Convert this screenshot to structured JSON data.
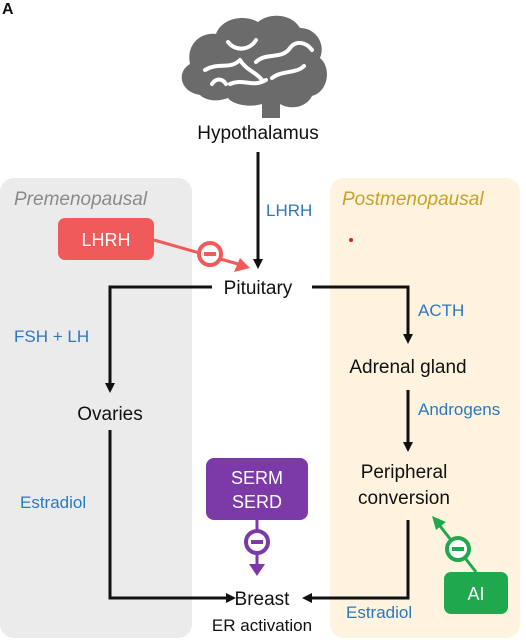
{
  "panel_letter": "A",
  "regions": {
    "premenopausal": {
      "label": "Premenopausal",
      "fill": "#ebebeb",
      "text_color": "#8a8a8a"
    },
    "postmenopausal": {
      "label": "Postmenopausal",
      "fill": "#fdf3de",
      "text_color": "#c9a227"
    }
  },
  "nodes": {
    "hypothalamus": "Hypothalamus",
    "pituitary": "Pituitary",
    "adrenal_gland": "Adrenal gland",
    "peripheral_line1": "Peripheral",
    "peripheral_line2": "conversion",
    "ovaries": "Ovaries",
    "breast": "Breast",
    "er_activation": "ER activation"
  },
  "edge_labels": {
    "lhrh": "LHRH",
    "fsh_lh": "FSH + LH",
    "acth": "ACTH",
    "androgens": "Androgens",
    "estradiol_left": "Estradiol",
    "estradiol_right": "Estradiol"
  },
  "drugs": {
    "lhrh": {
      "label": "LHRH",
      "color": "#f05a5a"
    },
    "serm_serd": {
      "line1": "SERM",
      "line2": "SERD",
      "color": "#7b3aa8"
    },
    "ai": {
      "label": "AI",
      "color": "#1fa84d"
    }
  },
  "inhibit_symbol": "−",
  "colors": {
    "hormone_label": "#2b78c2",
    "arrow": "#111111",
    "brain": "#6b6b6b"
  }
}
